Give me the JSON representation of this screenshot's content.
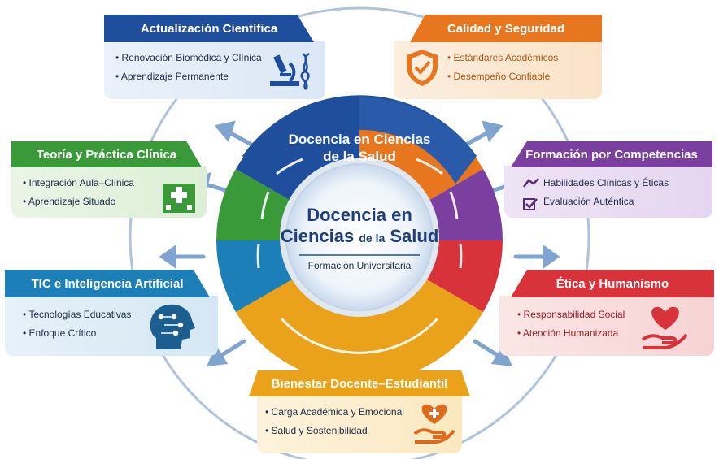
{
  "center": {
    "title_line1": "Docencia en",
    "title_line2_a": "Ciencias",
    "title_line2_b": "de la",
    "title_line2_c": "Salud",
    "subtitle": "Formación Universitaria"
  },
  "ring_label": {
    "line1": "Docencia en Ciencias",
    "line2": "de la Salud"
  },
  "cards": {
    "actualizacion": {
      "title": "Actualización Científica",
      "items": [
        "• Renovación Biomédica y Clínica",
        "• Aprendizaje Permanente"
      ],
      "icon": "microscope-dna-icon"
    },
    "calidad": {
      "title": "Calidad y Seguridad",
      "items": [
        "• Estándares Académicos",
        "• Desempeño Confiable"
      ],
      "icon": "shield-check-icon"
    },
    "teoria": {
      "title": "Teoría y Práctica Clínica",
      "items": [
        "• Integración Aula–Clínica",
        "• Aprendizaje Situado"
      ],
      "icon": "hospital-icon"
    },
    "competencias": {
      "title": "Formación por Competencias",
      "items": [
        "Habilidades Clínicas y Éticas",
        "Evaluación Auténtica"
      ],
      "icon": "checkbox-icon"
    },
    "tic": {
      "title": "TIC e Inteligencia Artificial",
      "items": [
        "• Tecnologías Educativas",
        "• Enfoque Crítico"
      ],
      "icon": "ai-head-icon"
    },
    "etica": {
      "title": "Ética y Humanismo",
      "items": [
        "• Responsabilidad Social",
        "• Atención Humanizada"
      ],
      "icon": "heart-hand-icon"
    },
    "bienestar": {
      "title": "Bienestar Docente–Estudiantil",
      "items": [
        "• Carga Académica y Emocional",
        "• Salud y Sostenibilidad"
      ],
      "icon": "heart-plus-hand-icon"
    }
  },
  "colors": {
    "blue": "#1f4f9c",
    "orange": "#e8761f",
    "green": "#3a9a3a",
    "purple": "#7b3fa0",
    "teal": "#1c7fb8",
    "red": "#d8323a",
    "yellow": "#e9a21a"
  }
}
